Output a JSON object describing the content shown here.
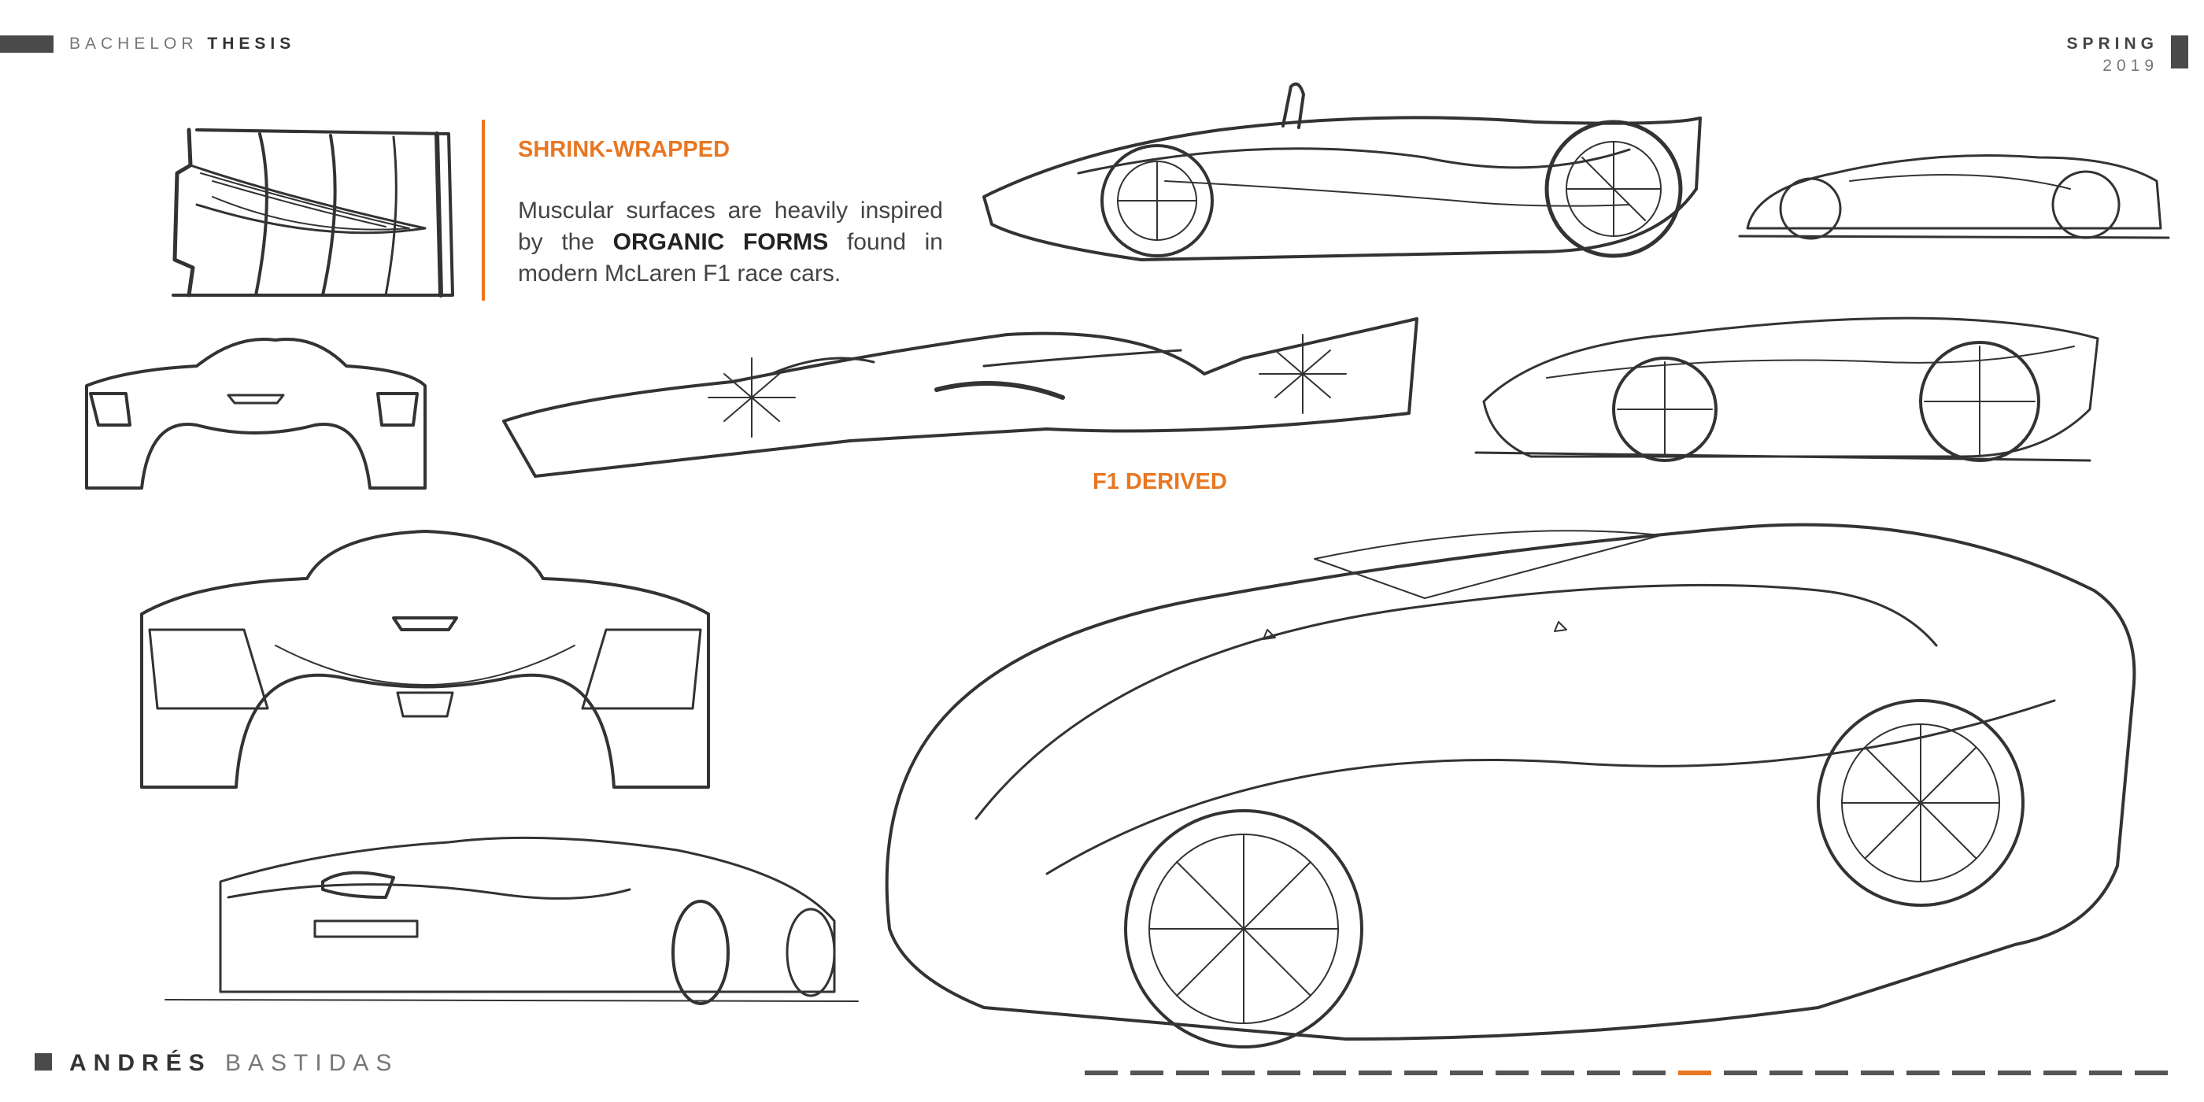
{
  "header": {
    "left_light": "BACHELOR",
    "left_bold": "THESIS",
    "right_season": "SPRING",
    "right_year": "2019"
  },
  "shrink": {
    "heading": "SHRINK-WRAPPED",
    "text_1": "Muscular surfaces are heavily inspired by the",
    "emphasis": "ORGANIC FORMS",
    "text_2": "found in modern McLaren F1 race cars."
  },
  "f1": {
    "heading": "F1 DERIVED"
  },
  "footer": {
    "first_name": "ANDRÉS",
    "last_name": "BASTIDAS"
  },
  "pager": {
    "total": 24,
    "current": 14
  },
  "colors": {
    "accent": "#e87722",
    "dark": "#4a4a4a"
  }
}
